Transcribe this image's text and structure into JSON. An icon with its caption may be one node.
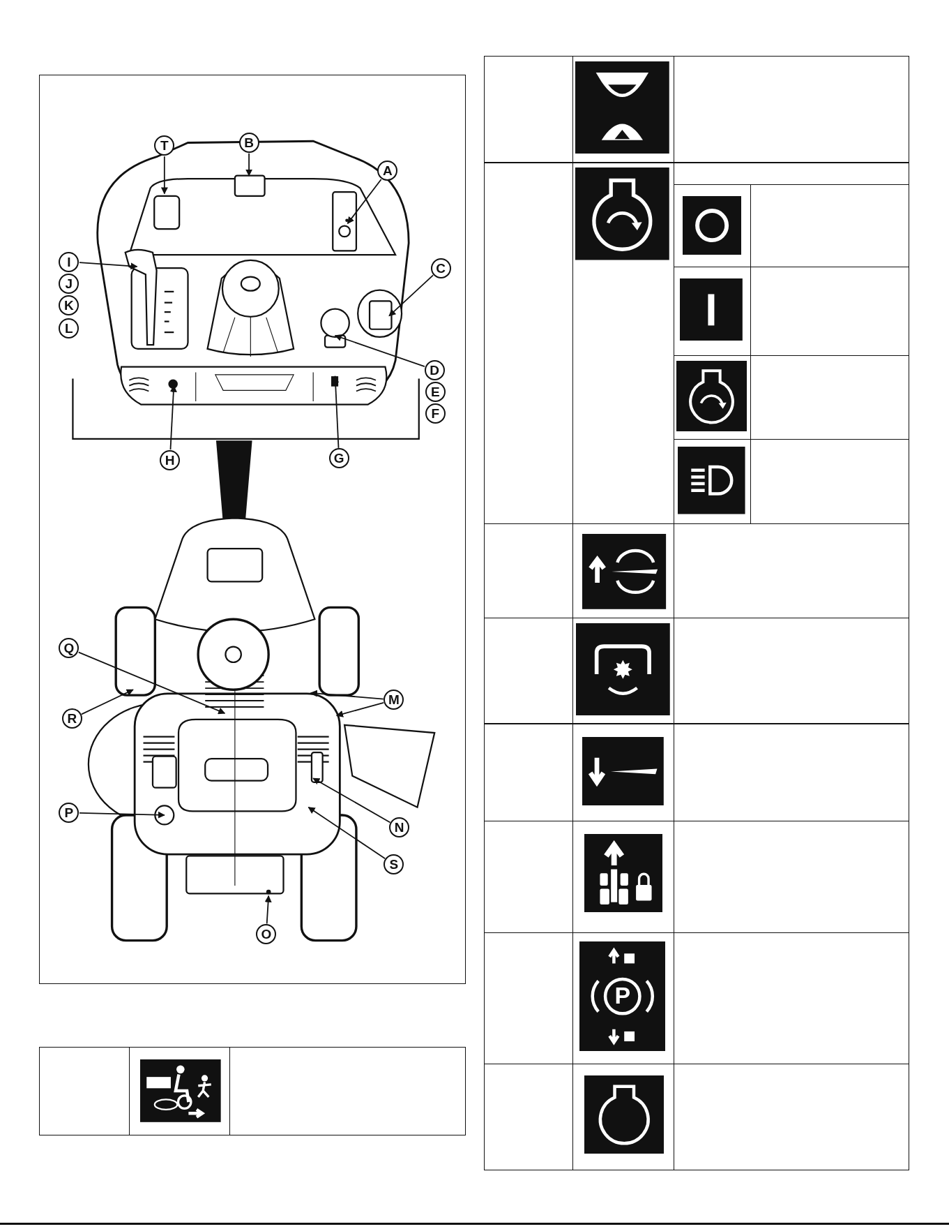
{
  "diagram": {
    "nodes": [
      {
        "text": [
          "T"
        ]
      },
      {
        "text": [
          "B"
        ]
      },
      {
        "text": [
          "A"
        ]
      },
      {
        "text": [
          "I"
        ]
      },
      {
        "text": [
          "J"
        ]
      },
      {
        "text": [
          "K"
        ]
      },
      {
        "text": [
          "L"
        ]
      },
      {
        "text": [
          "C"
        ]
      },
      {
        "text": [
          "D"
        ]
      },
      {
        "text": [
          "E"
        ]
      },
      {
        "text": [
          "F"
        ]
      },
      {
        "text": [
          "H"
        ]
      },
      {
        "text": [
          "G"
        ]
      },
      {
        "text": [
          "Q"
        ]
      },
      {
        "text": [
          "R"
        ]
      },
      {
        "text": [
          "M"
        ]
      },
      {
        "text": [
          "P"
        ]
      },
      {
        "text": [
          "N"
        ]
      },
      {
        "text": [
          "S"
        ]
      },
      {
        "text": [
          "O"
        ]
      }
    ],
    "edges": [
      {
        "from": 0,
        "to": null,
        "arrow": "to"
      },
      {
        "from": 1,
        "to": null,
        "arrow": "to"
      },
      {
        "from": 2,
        "to": null,
        "arrow": "to"
      },
      {
        "from": 3,
        "to": null,
        "arrow": "to"
      },
      {
        "from": 7,
        "to": null,
        "arrow": "to"
      },
      {
        "from": 8,
        "to": null,
        "arrow": "to"
      },
      {
        "from": 11,
        "to": null,
        "arrow": "to"
      },
      {
        "from": 12,
        "to": null,
        "arrow": "to"
      },
      {
        "from": 13,
        "to": null,
        "arrow": "to"
      },
      {
        "from": 14,
        "to": null,
        "arrow": "to"
      },
      {
        "from": 15,
        "to": null,
        "arrow": "to"
      },
      {
        "from": 15,
        "to": null,
        "arrow": "to"
      },
      {
        "from": 16,
        "to": null,
        "arrow": "to"
      },
      {
        "from": 17,
        "to": null,
        "arrow": "to"
      },
      {
        "from": 18,
        "to": null,
        "arrow": "to"
      },
      {
        "from": 19,
        "to": null,
        "arrow": "to"
      }
    ],
    "labels": [
      "P"
    ]
  }
}
